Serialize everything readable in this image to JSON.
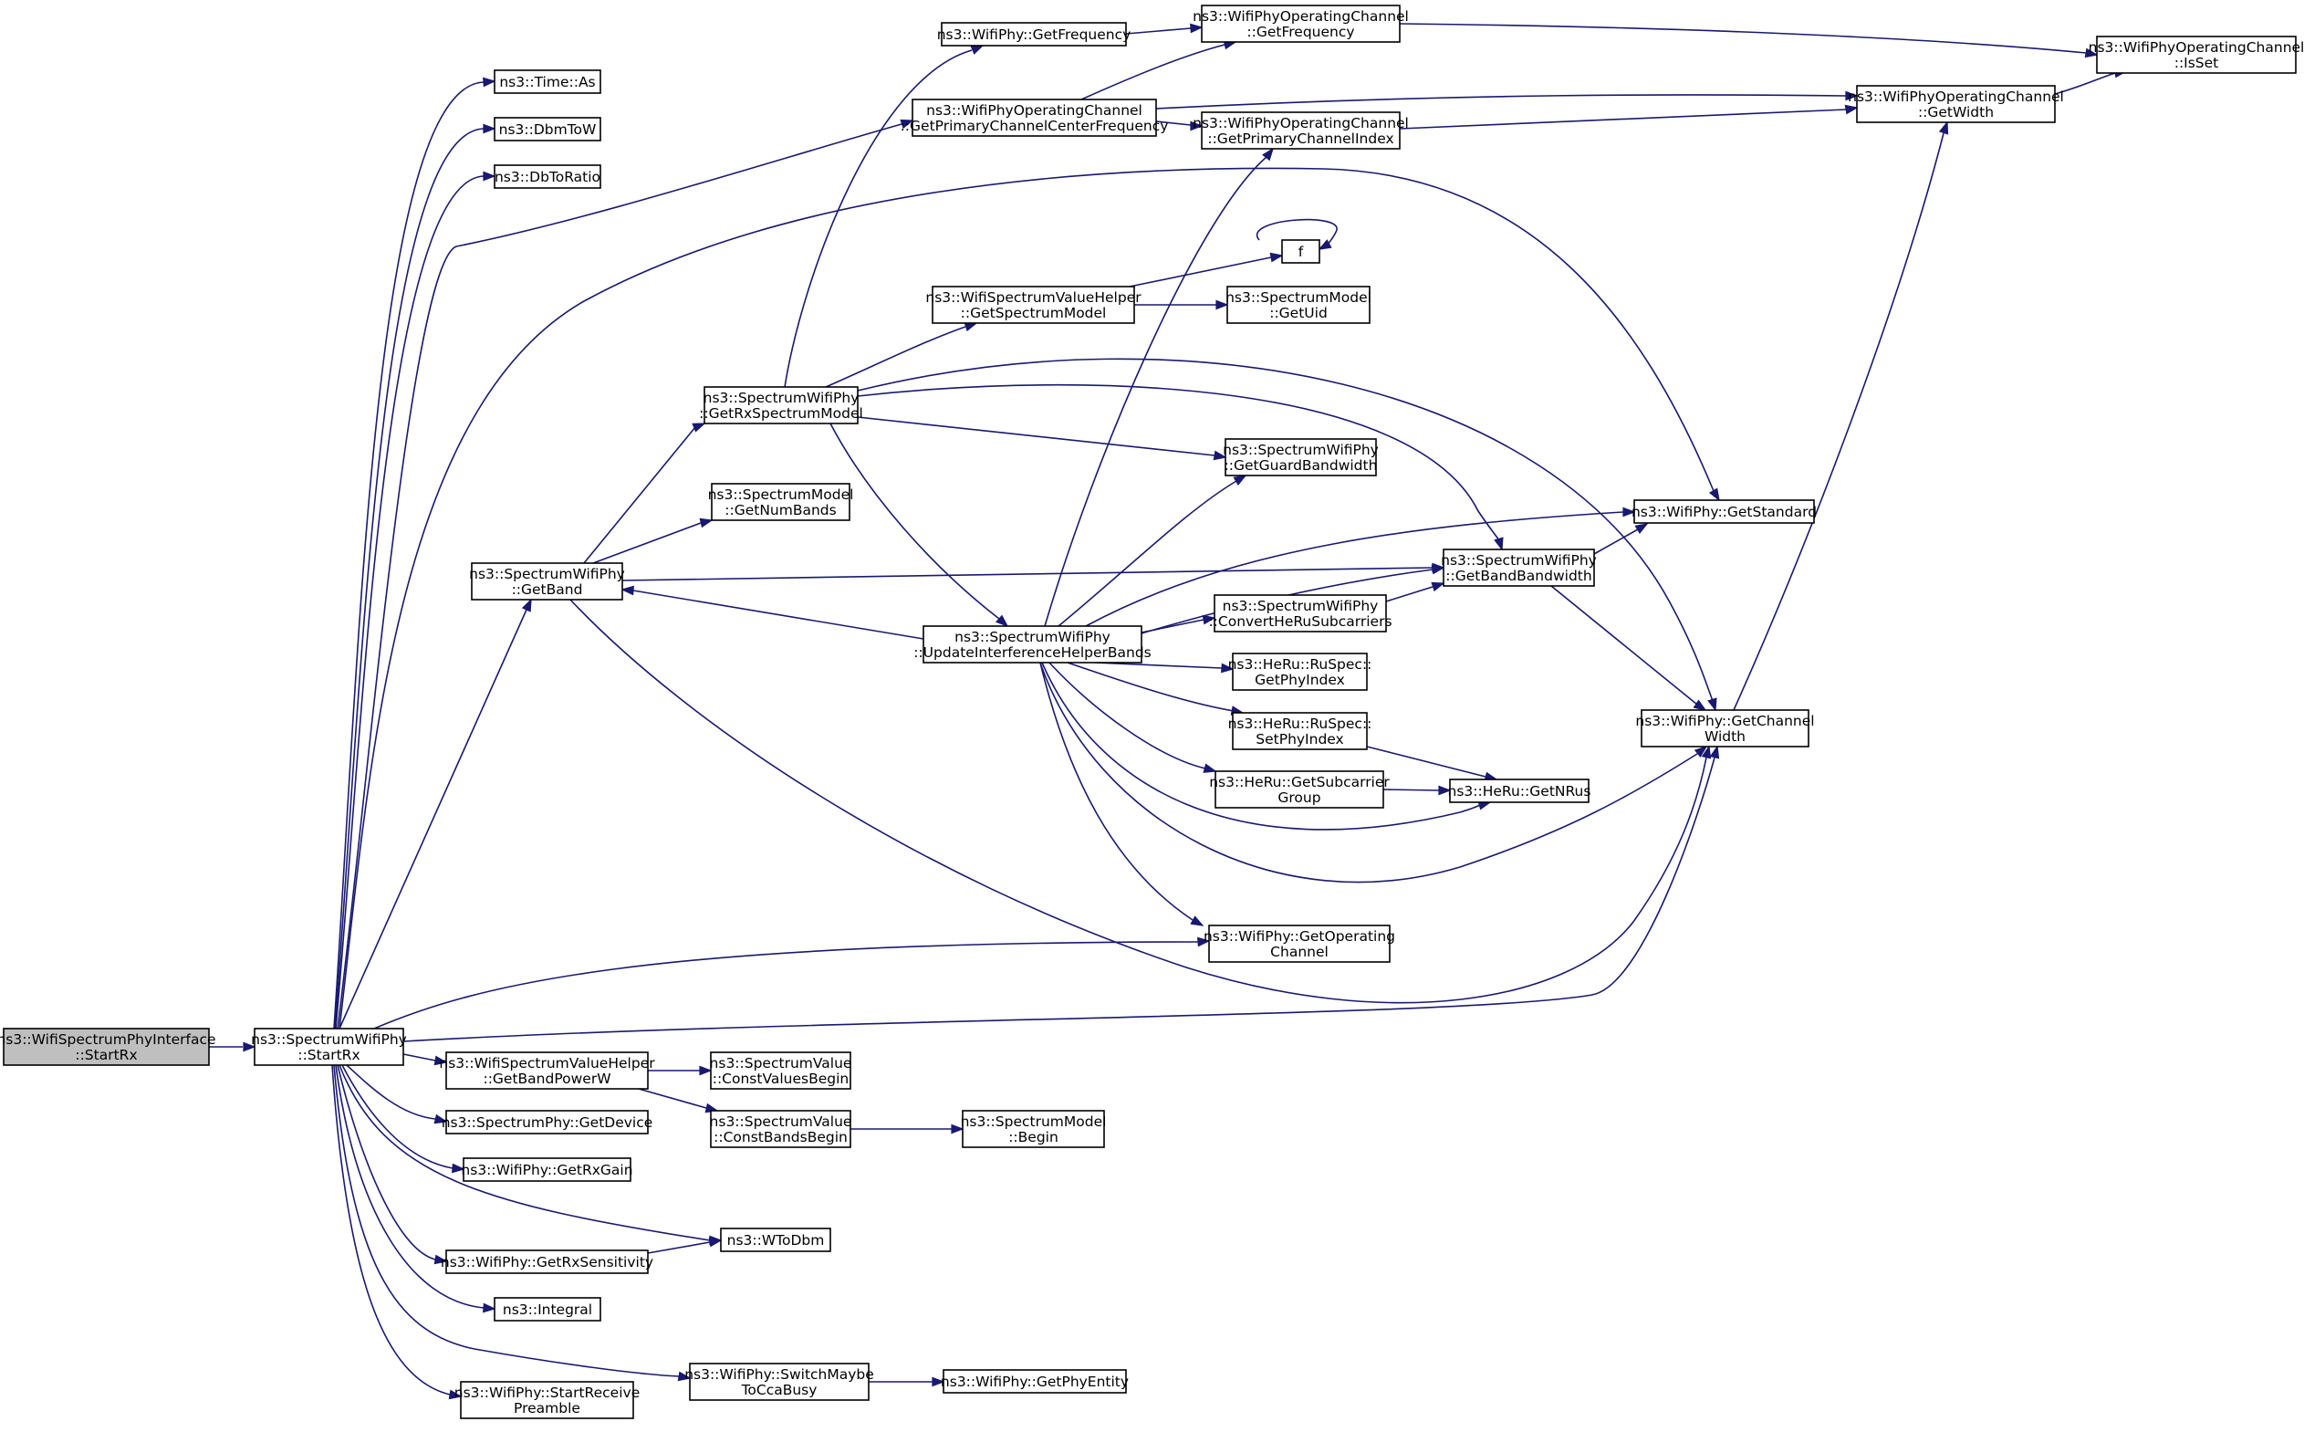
{
  "colors": {
    "edge": "#191970",
    "node_border": "#000000",
    "node_fill": "#ffffff",
    "root_fill": "#bfbfbf"
  },
  "nodes": {
    "n_root": [
      "ns3::WifiSpectrumPhyInterface",
      "::StartRx"
    ],
    "n_startrx": [
      "ns3::SpectrumWifiPhy",
      "::StartRx"
    ],
    "n_time_as": [
      "ns3::Time::As"
    ],
    "n_dbmtow": [
      "ns3::DbmToW"
    ],
    "n_dbtoratio": [
      "ns3::DbToRatio"
    ],
    "n_getband": [
      "ns3::SpectrumWifiPhy",
      "::GetBand"
    ],
    "n_getrxspec": [
      "ns3::SpectrumWifiPhy",
      "::GetRxSpectrumModel"
    ],
    "n_getnumbands": [
      "ns3::SpectrumModel",
      "::GetNumBands"
    ],
    "n_getfreq": [
      "ns3::WifiPhy::GetFrequency"
    ],
    "n_getprimfreq": [
      "ns3::WifiPhyOperatingChannel",
      "::GetPrimaryChannelCenterFrequency"
    ],
    "n_getspecmodel": [
      "ns3::WifiSpectrumValueHelper",
      "::GetSpectrumModel"
    ],
    "n_updateinterf": [
      "ns3::SpectrumWifiPhy",
      "::UpdateInterferenceHelperBands"
    ],
    "n_opch_getfreq": [
      "ns3::WifiPhyOperatingChannel",
      "::GetFrequency"
    ],
    "n_opch_primidx": [
      "ns3::WifiPhyOperatingChannel",
      "::GetPrimaryChannelIndex"
    ],
    "n_f": [
      "f"
    ],
    "n_getuid": [
      "ns3::SpectrumModel",
      "::GetUid"
    ],
    "n_guardbw": [
      "ns3::SpectrumWifiPhy",
      "::GetGuardBandwidth"
    ],
    "n_converthe": [
      "ns3::SpectrumWifiPhy",
      "::ConvertHeRuSubcarriers"
    ],
    "n_getphyidx": [
      "ns3::HeRu::RuSpec::",
      "GetPhyIndex"
    ],
    "n_setphyidx": [
      "ns3::HeRu::RuSpec::",
      "SetPhyIndex"
    ],
    "n_subgroup": [
      "ns3::HeRu::GetSubcarrier",
      "Group"
    ],
    "n_getopch": [
      "ns3::WifiPhy::GetOperating",
      "Channel"
    ],
    "n_getstd": [
      "ns3::WifiPhy::GetStandard"
    ],
    "n_getbandbw": [
      "ns3::SpectrumWifiPhy",
      "::GetBandBandwidth"
    ],
    "n_getnrus": [
      "ns3::HeRu::GetNRus"
    ],
    "n_opch_width": [
      "ns3::WifiPhyOperatingChannel",
      "::GetWidth"
    ],
    "n_chwidth": [
      "ns3::WifiPhy::GetChannel",
      "Width"
    ],
    "n_isset": [
      "ns3::WifiPhyOperatingChannel",
      "::IsSet"
    ],
    "n_bandpower": [
      "ns3::WifiSpectrumValueHelper",
      "::GetBandPowerW"
    ],
    "n_getdevice": [
      "ns3::SpectrumPhy::GetDevice"
    ],
    "n_getrxgain": [
      "ns3::WifiPhy::GetRxGain"
    ],
    "n_getrxsens": [
      "ns3::WifiPhy::GetRxSensitivity"
    ],
    "n_integral": [
      "ns3::Integral"
    ],
    "n_startpre": [
      "ns3::WifiPhy::StartReceive",
      "Preamble"
    ],
    "n_constvals": [
      "ns3::SpectrumValue",
      "::ConstValuesBegin"
    ],
    "n_constbands": [
      "ns3::SpectrumValue",
      "::ConstBandsBegin"
    ],
    "n_wtodbm": [
      "ns3::WToDbm"
    ],
    "n_switchcca": [
      "ns3::WifiPhy::SwitchMaybe",
      "ToCcaBusy"
    ],
    "n_specbegin": [
      "ns3::SpectrumModel",
      "::Begin"
    ],
    "n_getphyentity": [
      "ns3::WifiPhy::GetPhyEntity"
    ]
  }
}
